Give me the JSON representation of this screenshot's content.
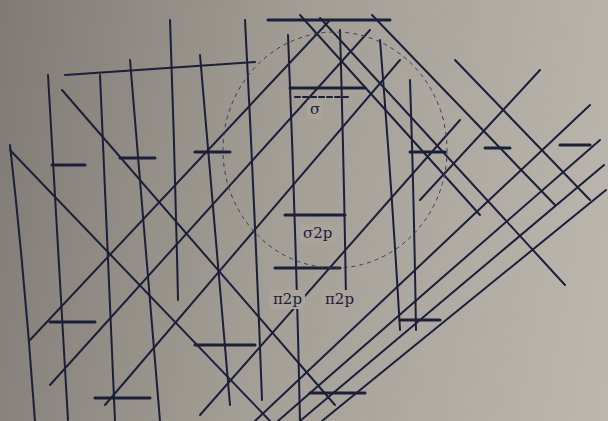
{
  "diagram": {
    "labels": [
      "σ",
      "σ2p",
      "π2p",
      "π2p"
    ]
  }
}
